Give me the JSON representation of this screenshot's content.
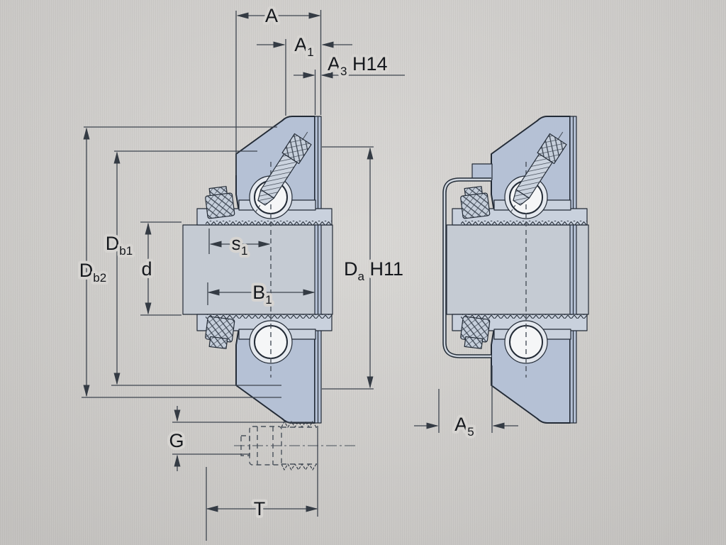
{
  "drawing": {
    "description": "Cross-section dimension drawing of two flanged ball bearing units (left: section view with dimensions, right: variant with pressed sheet end cover)",
    "views": [
      "left-bearing-unit-section",
      "right-bearing-unit-with-end-cover"
    ]
  },
  "labels": {
    "A": {
      "main": "A"
    },
    "A1": {
      "main": "A",
      "sub": "1"
    },
    "A3": {
      "main": "A",
      "sub": "3",
      "suffix": " H14"
    },
    "Db1": {
      "main": "D",
      "sub": "b1"
    },
    "Db2": {
      "main": "D",
      "sub": "b2"
    },
    "d": {
      "main": "d"
    },
    "s1": {
      "main": "s",
      "sub": "1"
    },
    "B1": {
      "main": "B",
      "sub": "1"
    },
    "Da": {
      "main": "D",
      "sub": "a",
      "suffix": " H11"
    },
    "G": {
      "main": "G"
    },
    "T": {
      "main": "T"
    },
    "A5": {
      "main": "A",
      "sub": "5"
    }
  },
  "colors": {
    "background": "#d6d4d1",
    "outline": "#232b36",
    "dimension_line": "#3e454f",
    "text": "#14171c",
    "housing": "#b5c1d5",
    "housing_light": "#c9d1dd",
    "shaft": "#c5cbd3",
    "ball": "#f5f6f7",
    "raceway_pocket": "#e4e8ee"
  }
}
